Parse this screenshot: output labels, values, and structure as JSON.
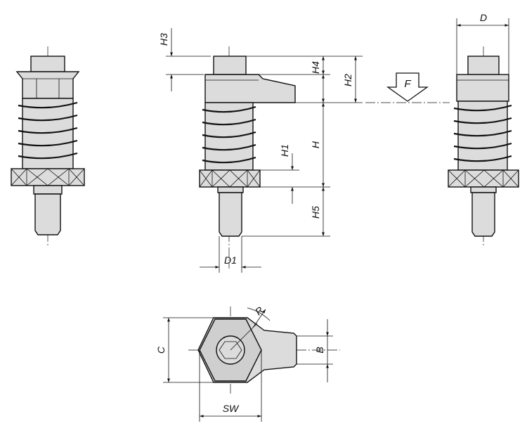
{
  "dimension_labels": {
    "d": "D",
    "h3": "H3",
    "h4": "H4",
    "h2": "H2",
    "f": "F",
    "h1": "H1",
    "h": "H",
    "h5": "H5",
    "d1": "D1",
    "r": "R",
    "c": "C",
    "b": "B",
    "sw": "SW"
  },
  "colors": {
    "part_fill": "#dcdcdc",
    "line": "#111111",
    "background": "#ffffff"
  }
}
